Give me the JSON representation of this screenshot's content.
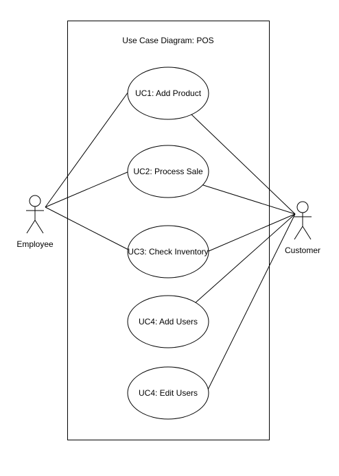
{
  "diagram": {
    "system": {
      "title": "Use Case Diagram: POS"
    },
    "actors": {
      "employee": {
        "label": "Employee"
      },
      "customer": {
        "label": "Customer"
      }
    },
    "use_cases": [
      {
        "id": "uc1",
        "label": "UC1: Add Product"
      },
      {
        "id": "uc2",
        "label": "UC2: Process Sale"
      },
      {
        "id": "uc3",
        "label": "UC3: Check Inventory"
      },
      {
        "id": "uc4a",
        "label": "UC4: Add Users"
      },
      {
        "id": "uc4b",
        "label": "UC4: Edit Users"
      }
    ],
    "associations": [
      {
        "from": "employee",
        "to": "uc1"
      },
      {
        "from": "employee",
        "to": "uc2"
      },
      {
        "from": "employee",
        "to": "uc3"
      },
      {
        "from": "customer",
        "to": "uc1"
      },
      {
        "from": "customer",
        "to": "uc2"
      },
      {
        "from": "customer",
        "to": "uc3"
      },
      {
        "from": "customer",
        "to": "uc4a"
      },
      {
        "from": "customer",
        "to": "uc4b"
      }
    ]
  }
}
